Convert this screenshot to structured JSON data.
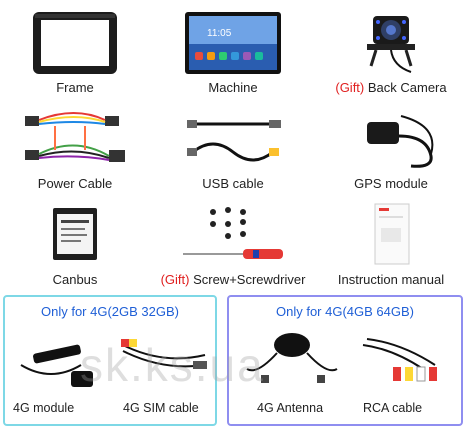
{
  "items": [
    {
      "label": "Frame"
    },
    {
      "label": "Machine"
    },
    {
      "gift": "(Gift)",
      "label": " Back Camera"
    },
    {
      "label": "Power Cable"
    },
    {
      "label": "USB cable"
    },
    {
      "label": "GPS module"
    },
    {
      "label": "Canbus"
    },
    {
      "gift": "(Gift)",
      "label": " Screw+Screwdriver"
    },
    {
      "label": "Instruction manual"
    }
  ],
  "panels": [
    {
      "title": "Only for 4G(2GB 32GB)",
      "items": [
        "4G module",
        "4G SIM cable"
      ]
    },
    {
      "title": "Only for 4G(4GB 64GB)",
      "items": [
        "4G Antenna",
        "RCA cable"
      ]
    }
  ],
  "watermark": "sk.ks.ua",
  "colors": {
    "gift": "#e02020",
    "panel_title": "#1f5fd6",
    "left_border": "#7ed8e6",
    "right_border": "#8f8ef0"
  }
}
